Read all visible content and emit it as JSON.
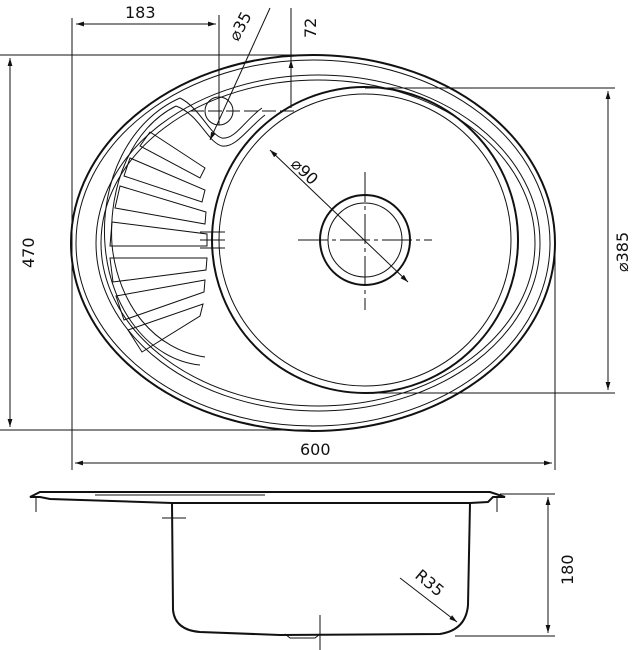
{
  "drawing": {
    "top_view": {
      "dim_tap_offset": "183",
      "dim_tap_diameter": "⌀35",
      "dim_tap_depth": "72",
      "dim_drain_diameter": "⌀90",
      "dim_bowl_diameter": "⌀385",
      "dim_height": "470",
      "dim_width": "600"
    },
    "side_view": {
      "dim_depth": "180",
      "dim_radius": "R35"
    },
    "line_color": "#111111"
  }
}
